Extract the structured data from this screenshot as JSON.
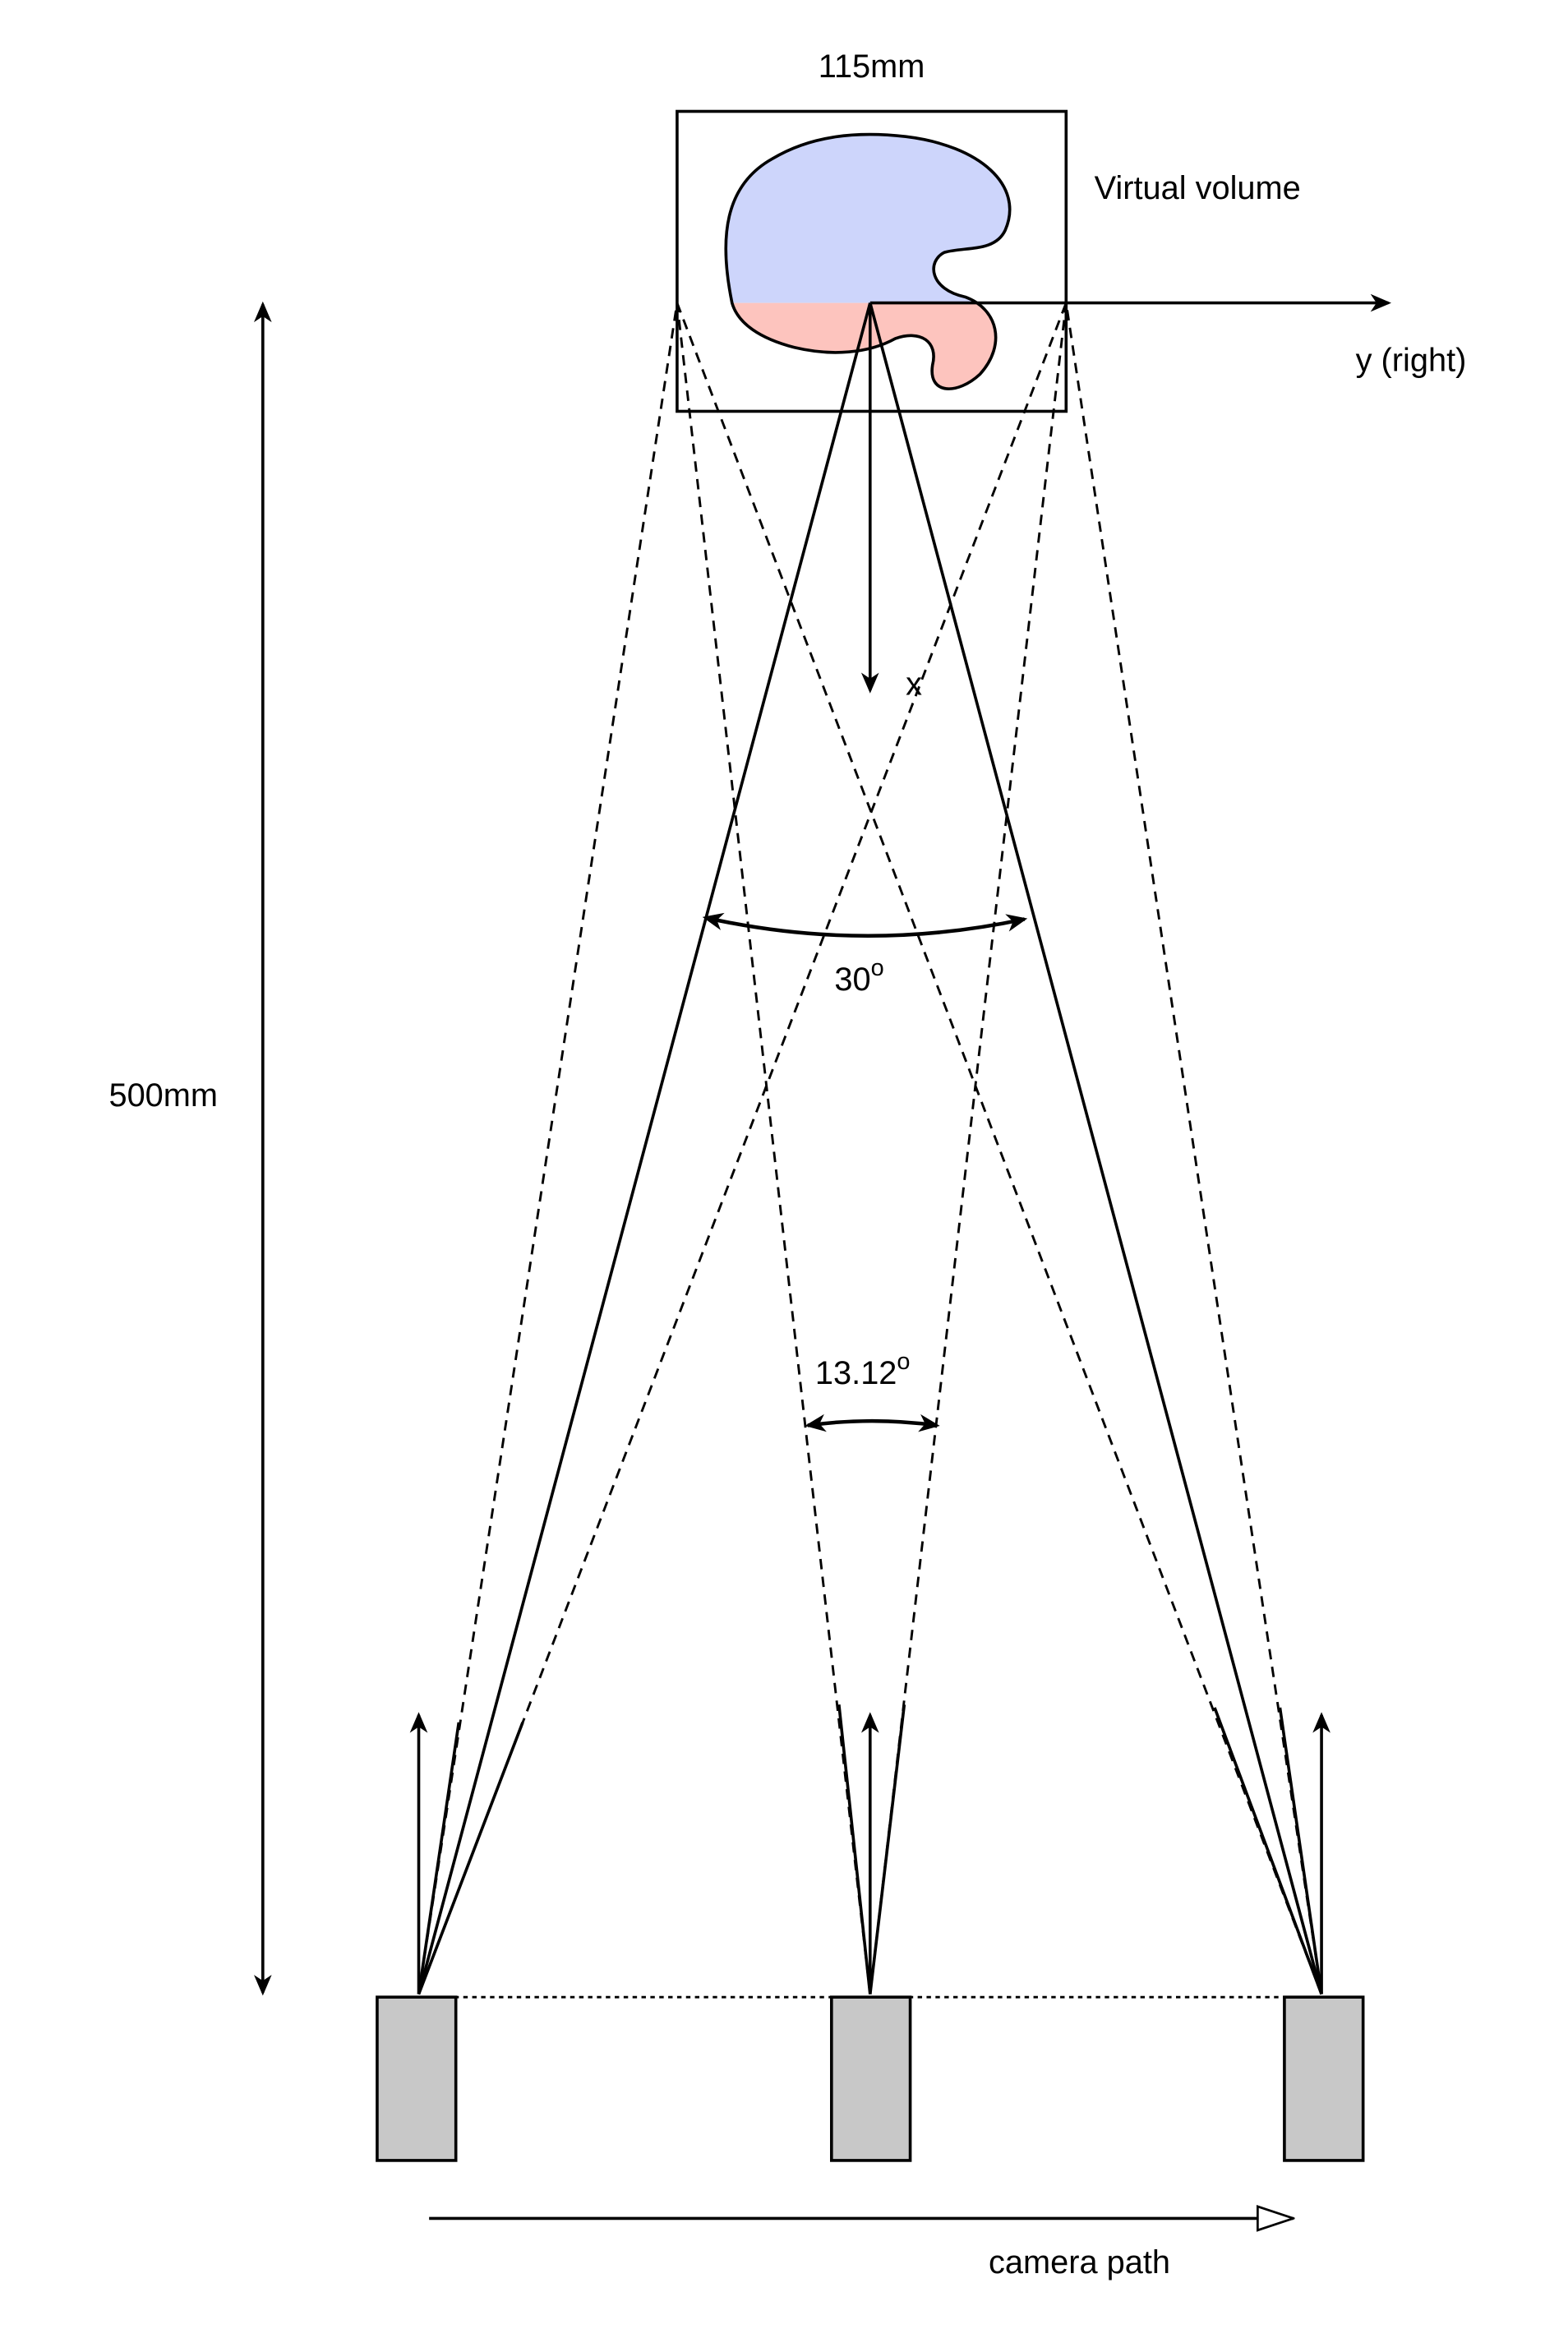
{
  "labels": {
    "volume_width": "115mm",
    "volume_name": "Virtual volume",
    "y_axis": "y (right)",
    "x_axis": "x",
    "distance": "500mm",
    "fov_angle": "30",
    "fov_angle_sup": "o",
    "baseline_angle": "13.12",
    "baseline_angle_sup": "o",
    "camera_path": "camera path"
  },
  "colors": {
    "object_upper": "#cdd5fb",
    "object_lower": "#fdc4be",
    "camera_fill": "#c8c8c8",
    "line": "#000000"
  },
  "cameras": [
    "left-camera",
    "center-camera",
    "right-camera"
  ]
}
